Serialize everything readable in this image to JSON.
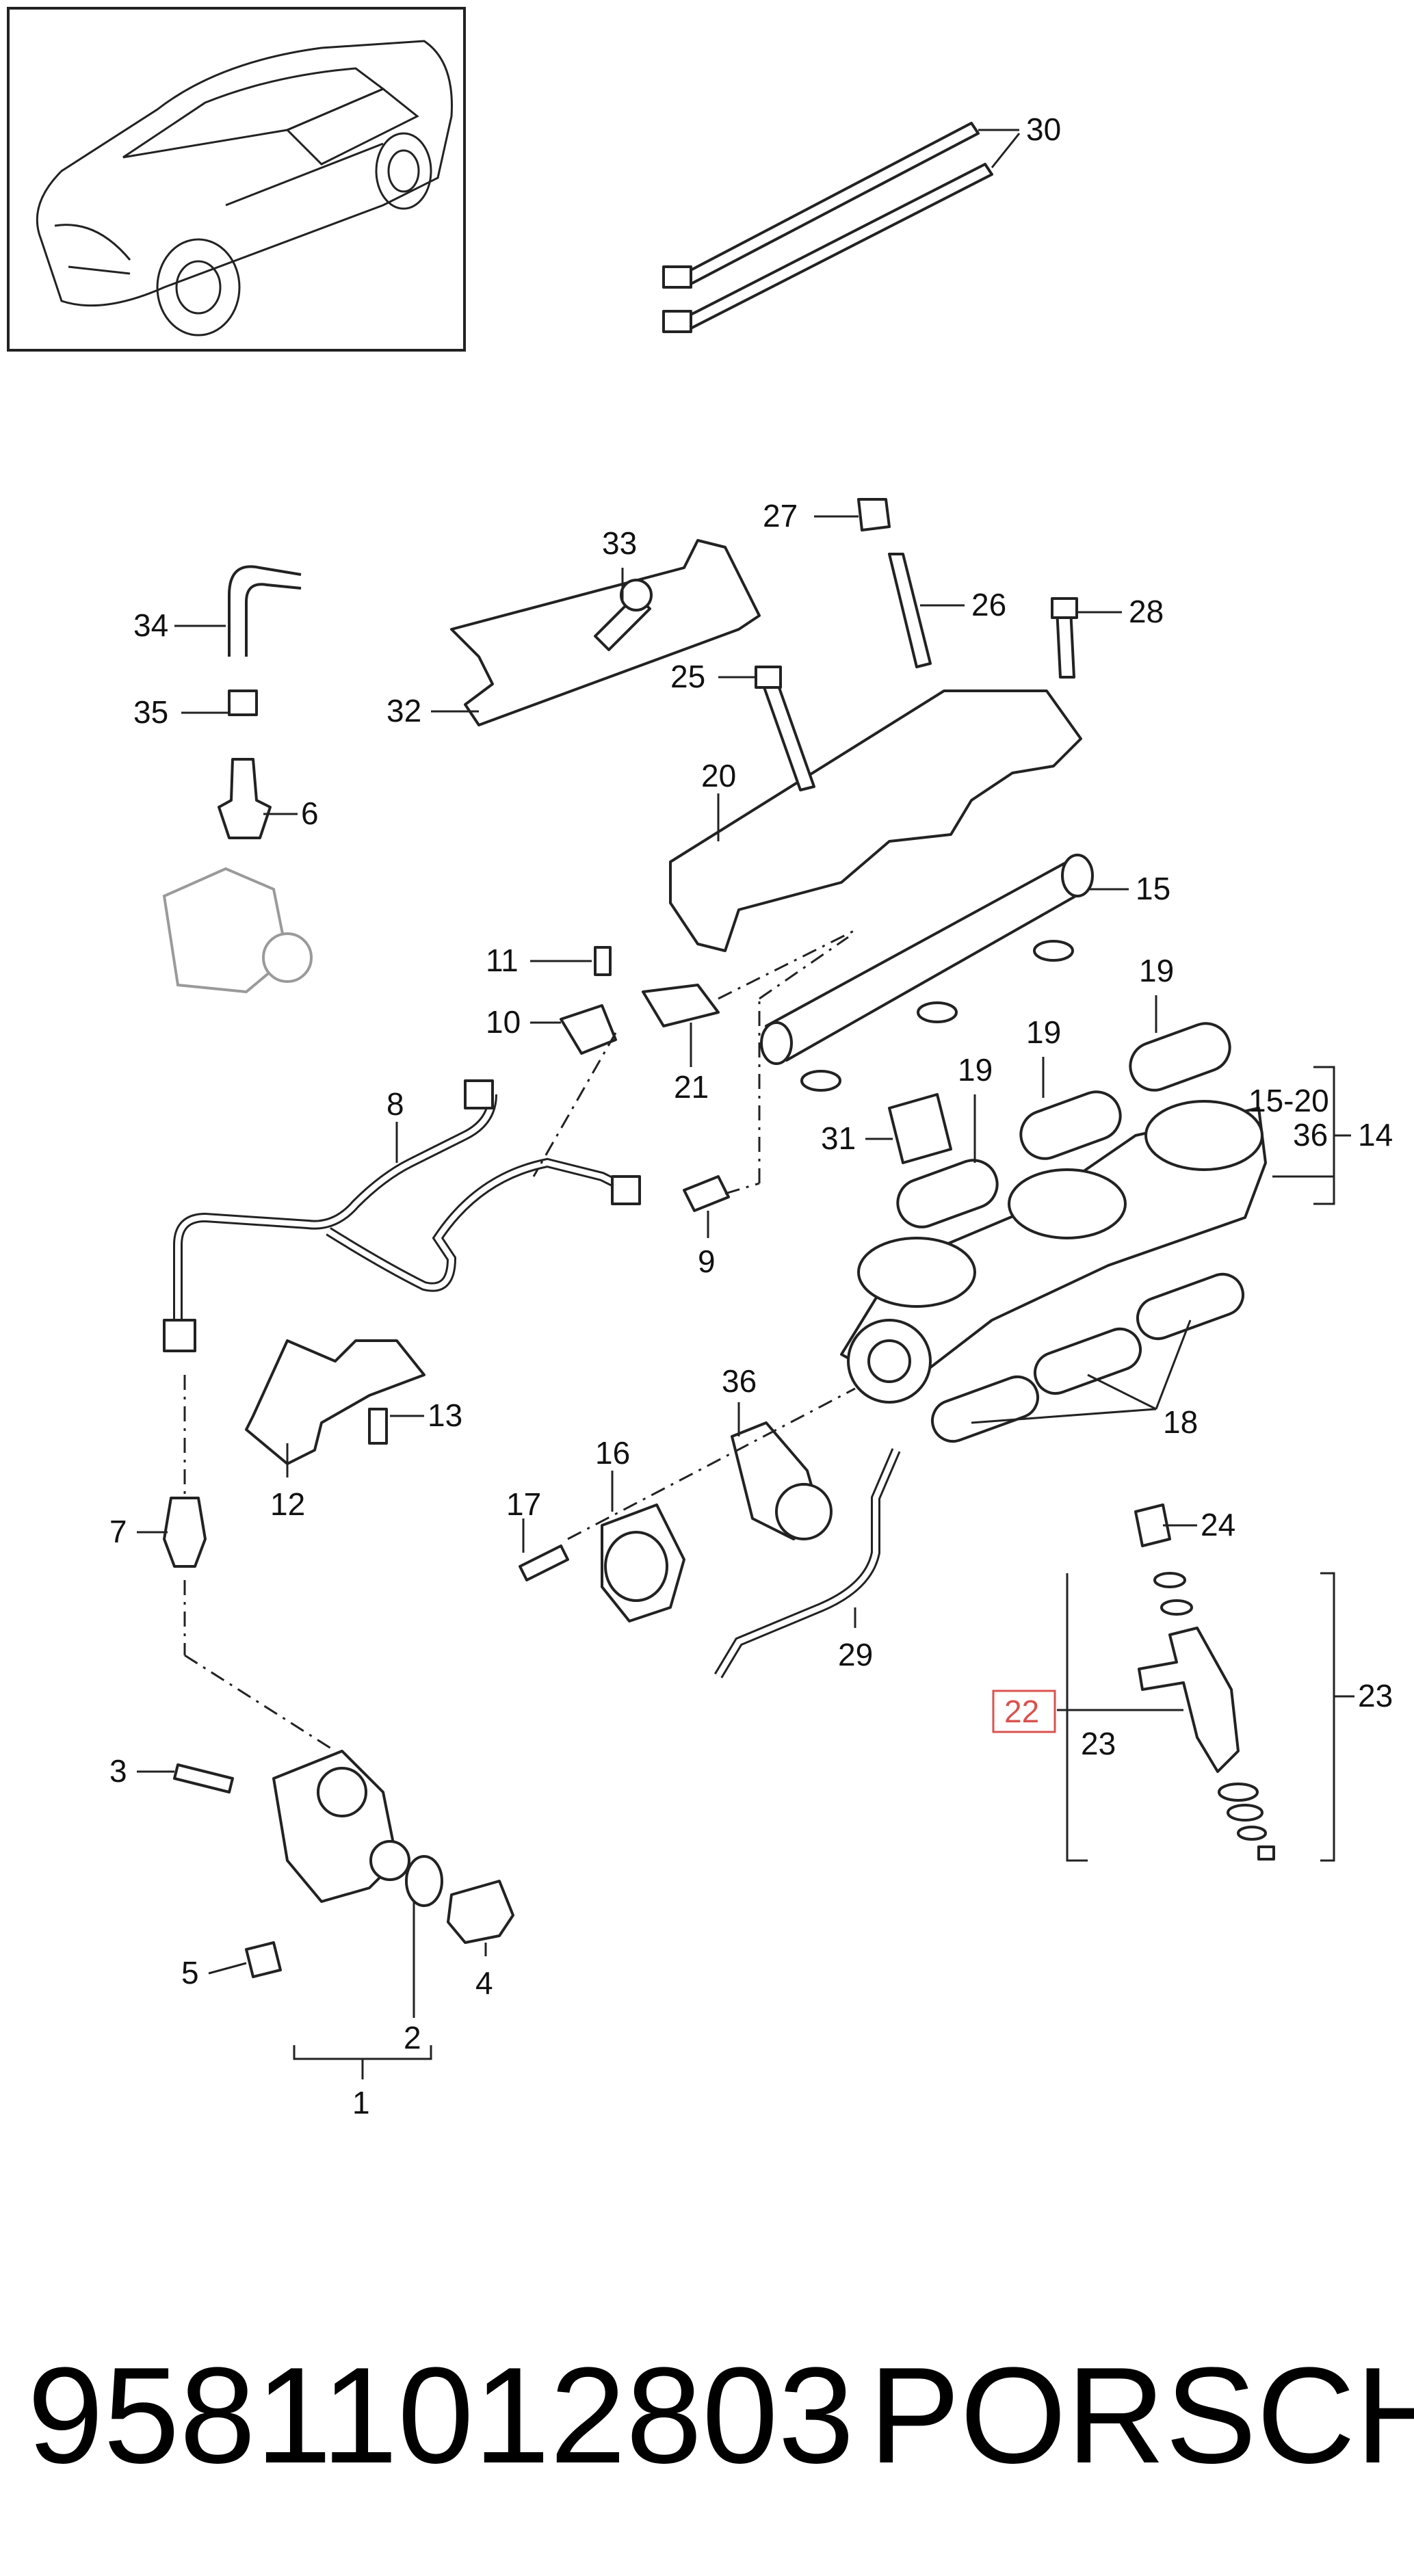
{
  "diagram": {
    "callouts": {
      "c1": "1",
      "c2": "2",
      "c3": "3",
      "c4": "4",
      "c5": "5",
      "c6": "6",
      "c7": "7",
      "c8": "8",
      "c9": "9",
      "c10": "10",
      "c11": "11",
      "c12": "12",
      "c13": "13",
      "c14": "14",
      "c15": "15",
      "c15_20": "15-20",
      "c16": "16",
      "c17": "17",
      "c18": "18",
      "c19a": "19",
      "c19b": "19",
      "c19c": "19",
      "c20": "20",
      "c21": "21",
      "c22": "22",
      "c23a": "23",
      "c23b": "23",
      "c24": "24",
      "c25": "25",
      "c26": "26",
      "c27": "27",
      "c28": "28",
      "c29": "29",
      "c30": "30",
      "c31": "31",
      "c32": "32",
      "c33": "33",
      "c34": "34",
      "c35": "35",
      "c36a": "36",
      "c36b": "36"
    },
    "highlight_color": "#d9534f"
  },
  "footer": {
    "part_number": "95811012803",
    "brand": "PORSCHE"
  }
}
